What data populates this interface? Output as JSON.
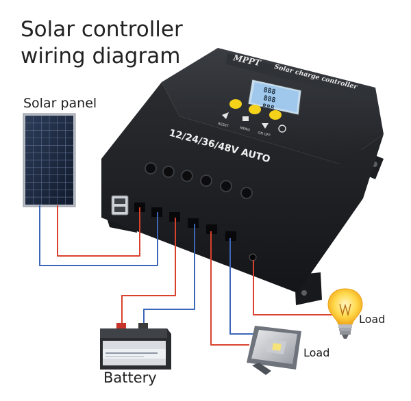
{
  "title": {
    "line1": "Solar controller",
    "line2": "wiring diagram"
  },
  "labels": {
    "solar_panel": "Solar panel",
    "battery": "Battery",
    "load_bulb": "Load",
    "load_flood": "Load"
  },
  "controller": {
    "brand": "MPPT",
    "subtitle": "Solar charge controller",
    "voltage": "12/24/36/48V AUTO",
    "lcd_digits": "888",
    "buttons": [
      "RESET",
      "MENU",
      "ON OFF"
    ]
  },
  "colors": {
    "positive_wire": "#d9412c",
    "negative_wire": "#3c66b8",
    "button_yellow": "#f5d21a",
    "lcd": "#9fc8ec"
  }
}
